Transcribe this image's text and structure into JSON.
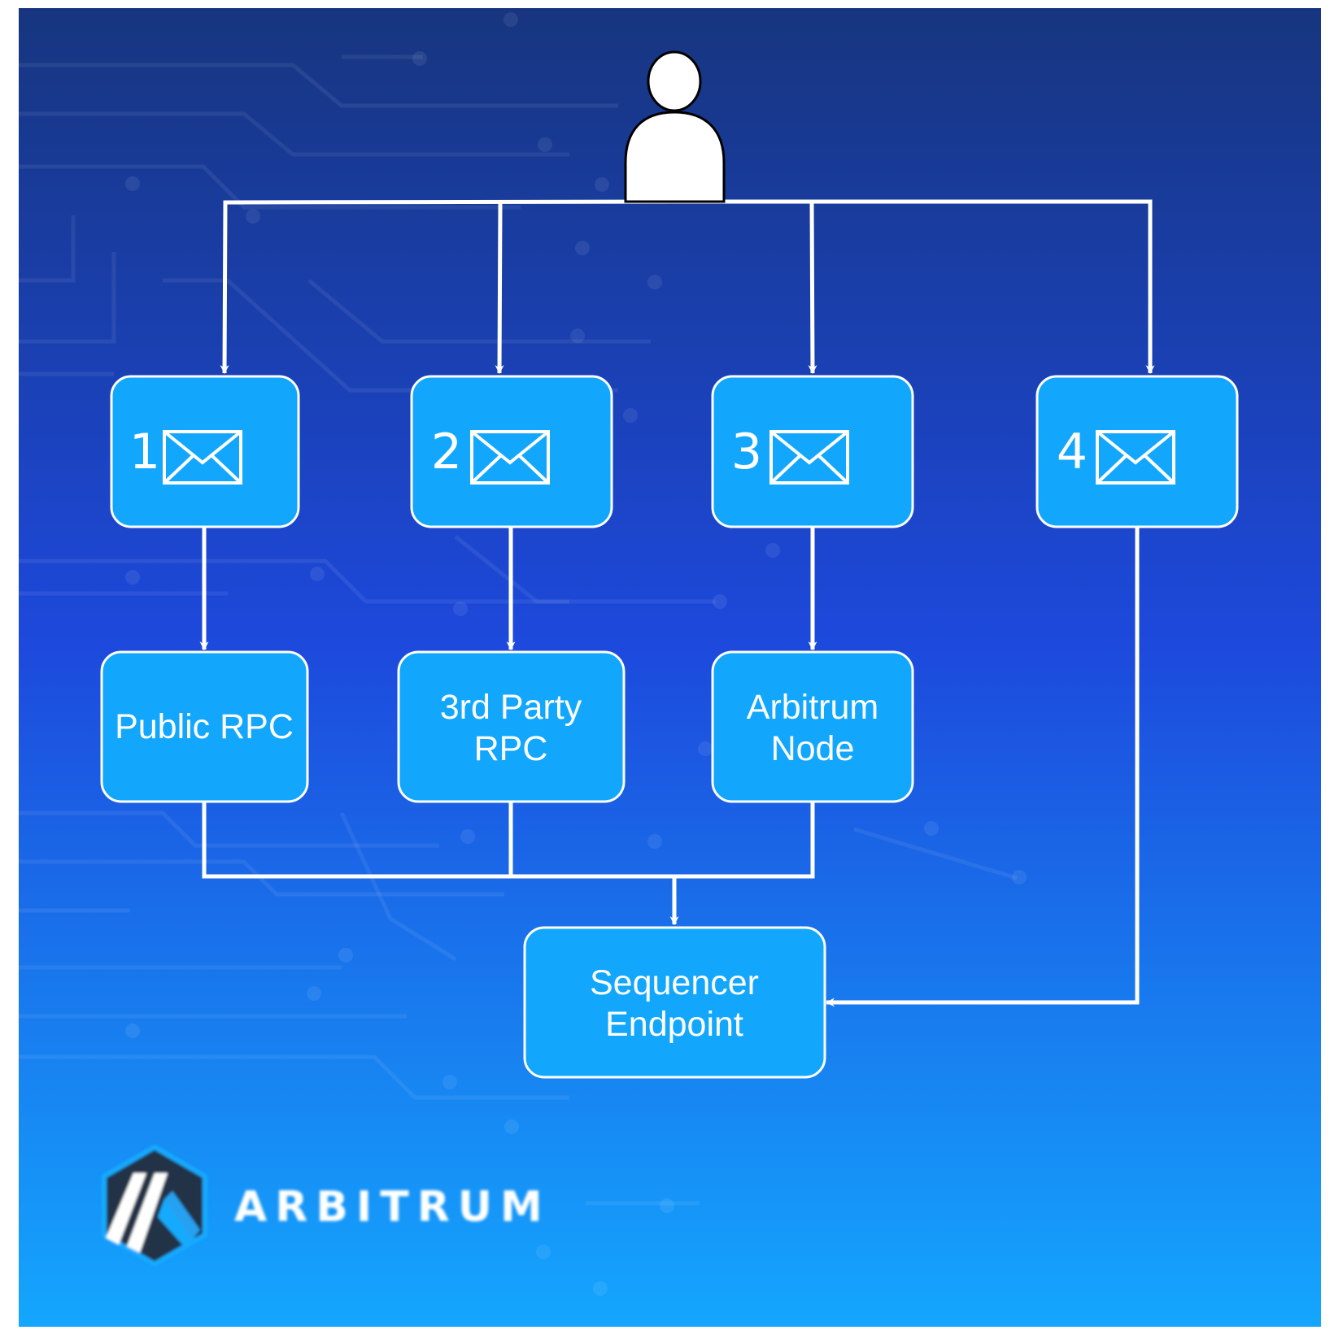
{
  "colors": {
    "bg_top": "#17357f",
    "bg_mid": "#1d49dc",
    "bg_bottom": "#14a6fe",
    "node_fill": "#12a7fd",
    "stroke": "#ffffff"
  },
  "user": {
    "icon": "user-icon"
  },
  "messages": [
    {
      "number": "1",
      "icon": "envelope-icon"
    },
    {
      "number": "2",
      "icon": "envelope-icon"
    },
    {
      "number": "3",
      "icon": "envelope-icon"
    },
    {
      "number": "4",
      "icon": "envelope-icon"
    }
  ],
  "endpoints": [
    {
      "lines": [
        "Public RPC"
      ]
    },
    {
      "lines": [
        "3rd Party",
        "RPC"
      ]
    },
    {
      "lines": [
        "Arbitrum",
        "Node"
      ]
    }
  ],
  "sequencer": {
    "lines": [
      "Sequencer",
      "Endpoint"
    ]
  },
  "logo": {
    "text": "ARBITRUM",
    "icon": "arbitrum-logo-icon"
  }
}
